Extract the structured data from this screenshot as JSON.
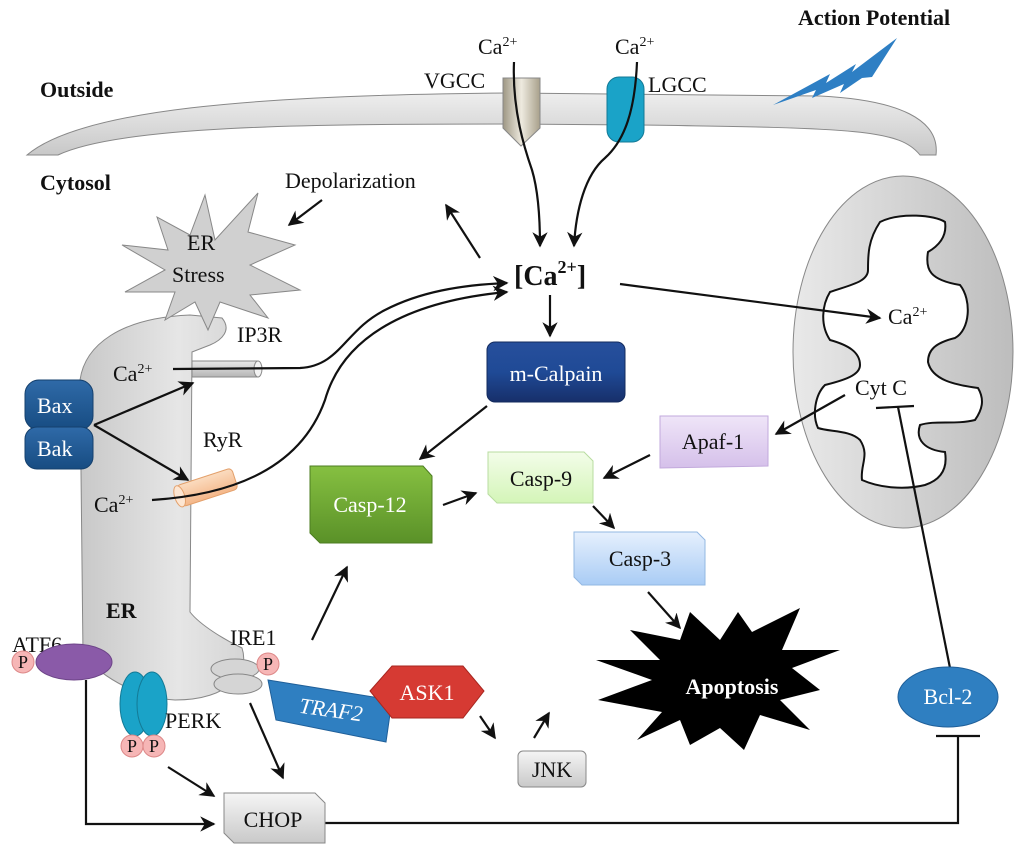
{
  "title": "Calcium-mediated ER stress and apoptosis pathway",
  "regions": {
    "outside": "Outside",
    "cytosol": "Cytosol",
    "er": "ER",
    "action_potential": "Action Potential"
  },
  "channels": {
    "vgcc": "VGCC",
    "lgcc": "LGCC",
    "ip3r": "IP3R",
    "ryr": "RyR"
  },
  "ions": {
    "ca_base": "Ca",
    "ca_sup": "2+",
    "cytosolic_ca_open": "[Ca",
    "cytosolic_ca_close": "]"
  },
  "nodes": {
    "depolarization": "Depolarization",
    "er_stress_line1": "ER",
    "er_stress_line2": "Stress",
    "bax": "Bax",
    "bak": "Bak",
    "m_calpain": "m-Calpain",
    "casp12": "Casp-12",
    "casp9": "Casp-9",
    "casp3": "Casp-3",
    "apaf1": "Apaf-1",
    "cyt_c": "Cyt C",
    "apoptosis": "Apoptosis",
    "atf6": "ATF6",
    "perk": "PERK",
    "ire1": "IRE1",
    "traf2": "TRAF2",
    "ask1": "ASK1",
    "jnk": "JNK",
    "chop": "CHOP",
    "bcl2": "Bcl-2",
    "phospho": "P"
  },
  "colors": {
    "membrane": "#d9d9d9",
    "lgcc": "#1aa3c8",
    "vgcc": "#cfc8b6",
    "lightning": "#2e7fc4",
    "bax_bak": "#1f5a94",
    "m_calpain": "#1d3f86",
    "casp12": "#6aa532",
    "casp9": "#e8fbd8",
    "casp3": "#cfe3fb",
    "apaf1": "#e2d3f0",
    "ryr": "#f7c9a2",
    "atf6": "#8a5aa8",
    "perk": "#1aa3c8",
    "phospho": "#f6b6b6",
    "traf2": "#2f7fc1",
    "ask1": "#d63a33",
    "bcl2": "#2f7fc1",
    "apoptosis": "#000000"
  }
}
